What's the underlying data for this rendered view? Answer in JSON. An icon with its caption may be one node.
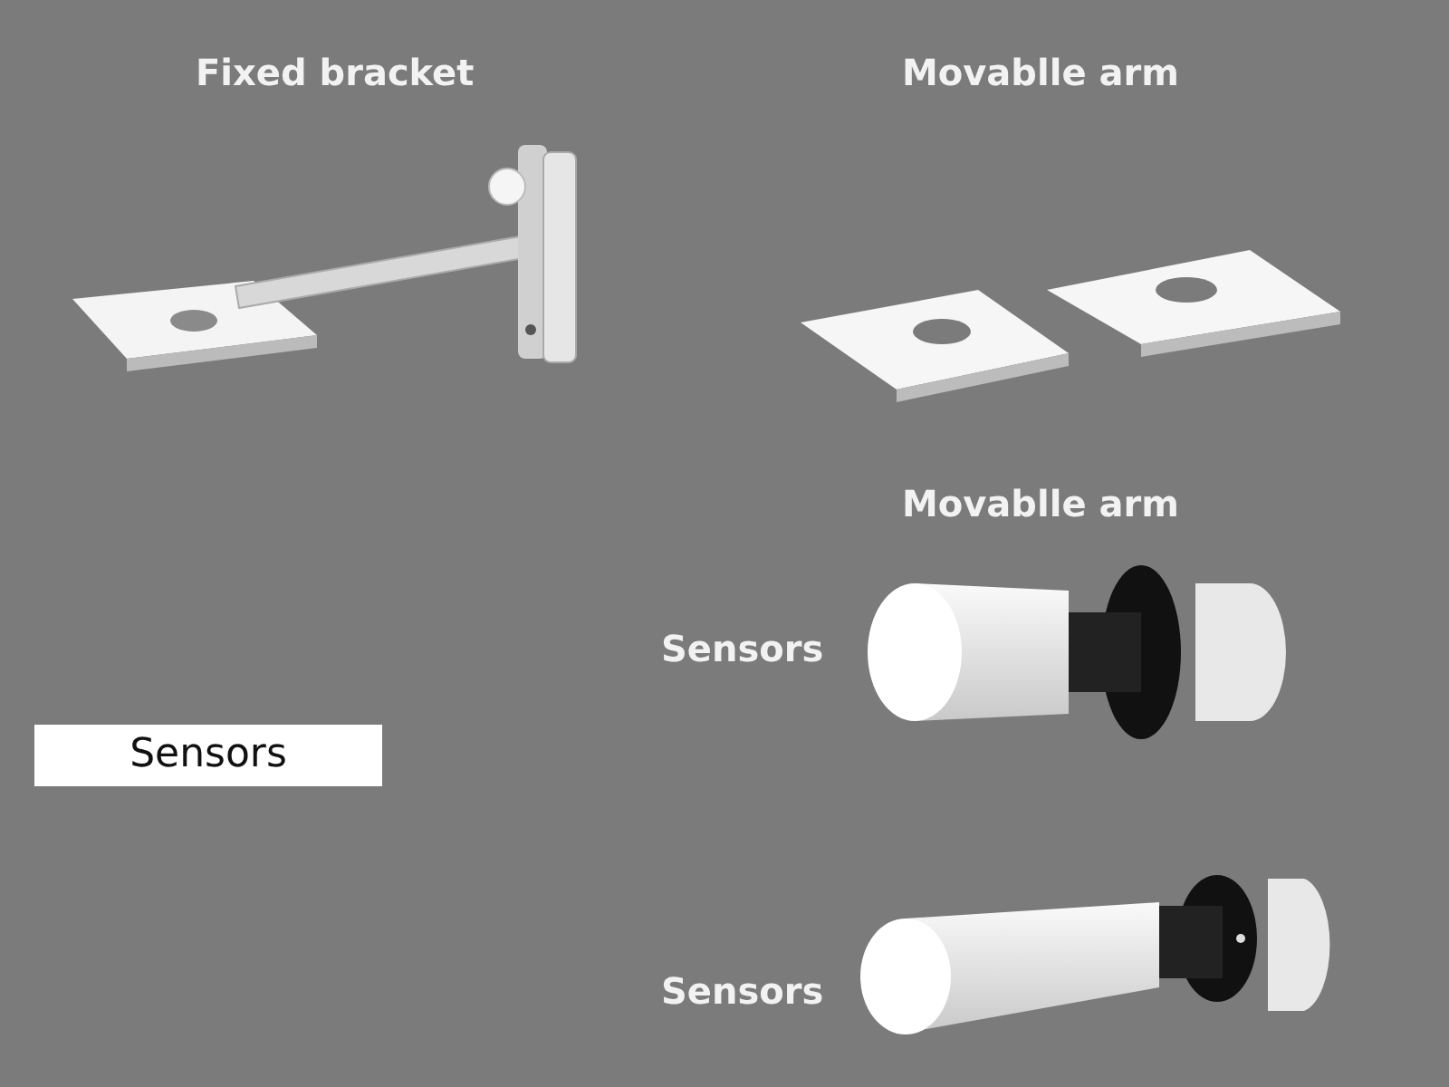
{
  "diagram": {
    "nodes": [
      {
        "text": [
          "Sensors"
        ]
      }
    ],
    "labels": [
      "Fixed bracket",
      "Movablle arm",
      "Movablle arm",
      "Sensors",
      "Sensors"
    ]
  }
}
